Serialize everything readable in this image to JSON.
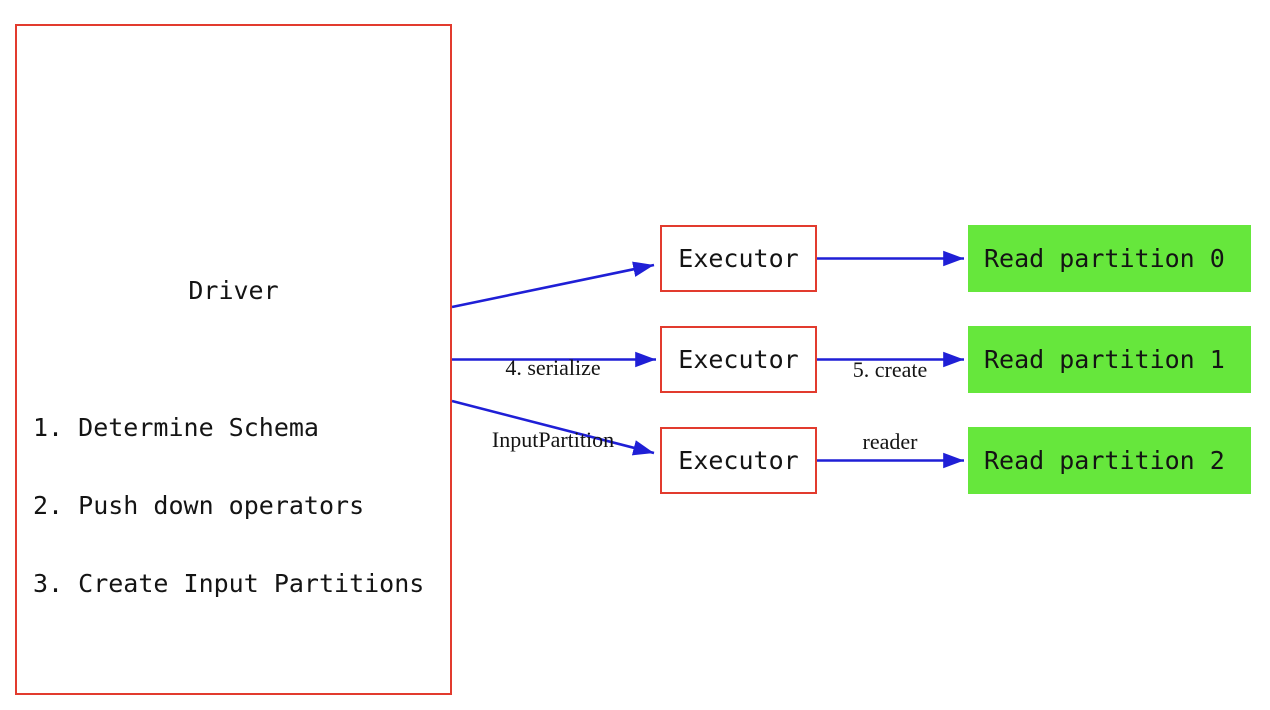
{
  "diagram": {
    "colors": {
      "background": "#ffffff",
      "box_border": "#e23b2e",
      "arrow": "#1f1fd6",
      "partition_fill": "#66e73c",
      "text": "#141414"
    },
    "driver": {
      "title": "Driver",
      "steps": [
        "1. Determine Schema",
        "2. Push down operators",
        "3. Create Input Partitions"
      ]
    },
    "executors": [
      {
        "label": "Executor"
      },
      {
        "label": "Executor"
      },
      {
        "label": "Executor"
      }
    ],
    "partitions": [
      {
        "label": "Read partition 0"
      },
      {
        "label": "Read partition 1"
      },
      {
        "label": "Read partition 2"
      }
    ],
    "annotations": {
      "serialize_line1": "4. serialize",
      "serialize_line2": "InputPartition",
      "reader_line1": "5. create",
      "reader_line2": "reader"
    }
  }
}
